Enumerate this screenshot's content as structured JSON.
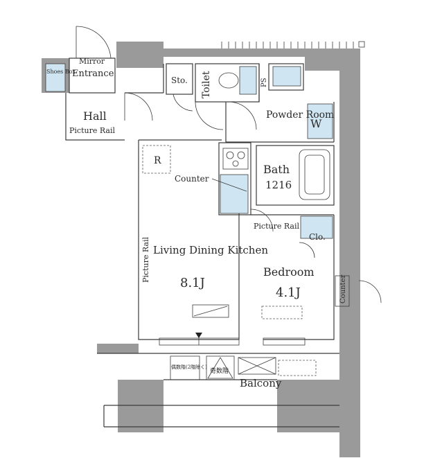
{
  "labels": {
    "shoes_box": "Shoes Box",
    "mirror": "Mirror",
    "entrance": "Entrance",
    "storage": "Sto.",
    "toilet": "Toilet",
    "ps": "PS",
    "powder_room": "Powder Room",
    "washer": "W",
    "hall": "Hall",
    "hall_picture_rail": "Picture Rail",
    "refrigerator": "R",
    "counter_kitchen": "Counter",
    "bath": "Bath",
    "bath_size": "1216",
    "bedroom_picture_rail": "Picture Rail",
    "closet": "Clo.",
    "ldk_picture_rail": "Picture Rail",
    "ldk": "Living Dining Kitchen",
    "ldk_size": "8.1J",
    "bedroom": "Bedroom",
    "bedroom_size": "4.1J",
    "counter_side": "Counter",
    "balcony": "Balcony",
    "hatch_even": "偶数階(2階除く)",
    "hatch_odd": "奇数階"
  },
  "colors": {
    "wall": "#9a9a9a",
    "fixture_blue": "#cfe6f2",
    "line": "#3a3a3a"
  }
}
